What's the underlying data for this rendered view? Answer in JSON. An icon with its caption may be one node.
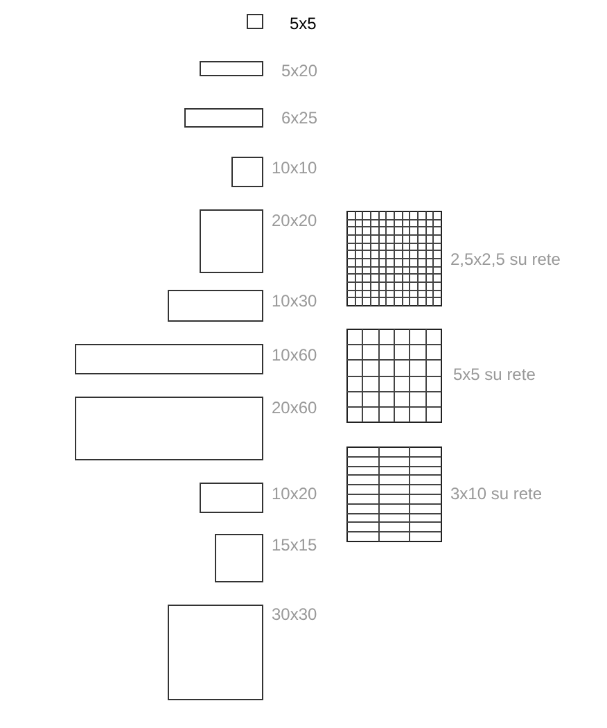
{
  "diagram": {
    "nodes": [
      {
        "text": [],
        "shape": "box",
        "beside": [
          "5x5"
        ]
      },
      {
        "text": [],
        "shape": "box",
        "beside": [
          "5x20"
        ]
      },
      {
        "text": [],
        "shape": "box",
        "beside": [
          "6x25"
        ]
      },
      {
        "text": [],
        "shape": "box",
        "beside": [
          "10x10"
        ]
      },
      {
        "text": [],
        "shape": "box",
        "beside": [
          "20x20"
        ]
      },
      {
        "text": [],
        "shape": "grid",
        "beside": [
          "2,5x2,5 su rete"
        ]
      },
      {
        "text": [],
        "shape": "box",
        "beside": [
          "10x30"
        ]
      },
      {
        "text": [],
        "shape": "box",
        "beside": [
          "10x60"
        ]
      },
      {
        "text": [],
        "shape": "grid",
        "beside": [
          "5x5 su rete"
        ]
      },
      {
        "text": [],
        "shape": "box",
        "beside": [
          "20x60"
        ]
      },
      {
        "text": [],
        "shape": "grid",
        "beside": [
          "3x10 su rete"
        ]
      },
      {
        "text": [],
        "shape": "box",
        "beside": [
          "10x20"
        ]
      },
      {
        "text": [],
        "shape": "box",
        "beside": [
          "15x15"
        ]
      },
      {
        "text": [],
        "shape": "box",
        "beside": [
          "30x30"
        ]
      }
    ]
  }
}
